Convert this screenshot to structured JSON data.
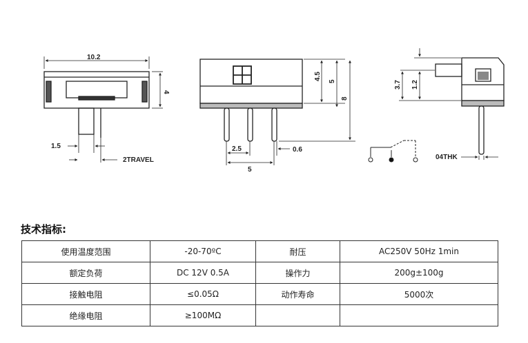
{
  "drawing": {
    "front_view": {
      "width": "10.2",
      "height": "4",
      "pin_width": "1.5",
      "travel": "2TRAVEL"
    },
    "side_view": {
      "dim_4_5": "4.5",
      "dim_5_right": "5",
      "dim_8": "8",
      "pitch": "2.5",
      "pin_thickness": "0.6",
      "dim_5_bottom": "5"
    },
    "end_view": {
      "dim_3_7": "3.7",
      "dim_1_2": "1.2",
      "model": "04THK"
    }
  },
  "specs": {
    "title": "技术指标:",
    "rows": [
      {
        "k1": "使用温度范围",
        "v1": "-20-70ºC",
        "k2": "耐压",
        "v2": "AC250V 50Hz 1min"
      },
      {
        "k1": "额定负荷",
        "v1": "DC 12V 0.5A",
        "k2": "操作力",
        "v2": "200g±100g"
      },
      {
        "k1": "接触电阻",
        "v1": "≤0.05Ω",
        "k2": "动作寿命",
        "v2": "5000次"
      },
      {
        "k1": "绝缘电阻",
        "v1": "≥100MΩ",
        "k2": "",
        "v2": ""
      }
    ]
  }
}
